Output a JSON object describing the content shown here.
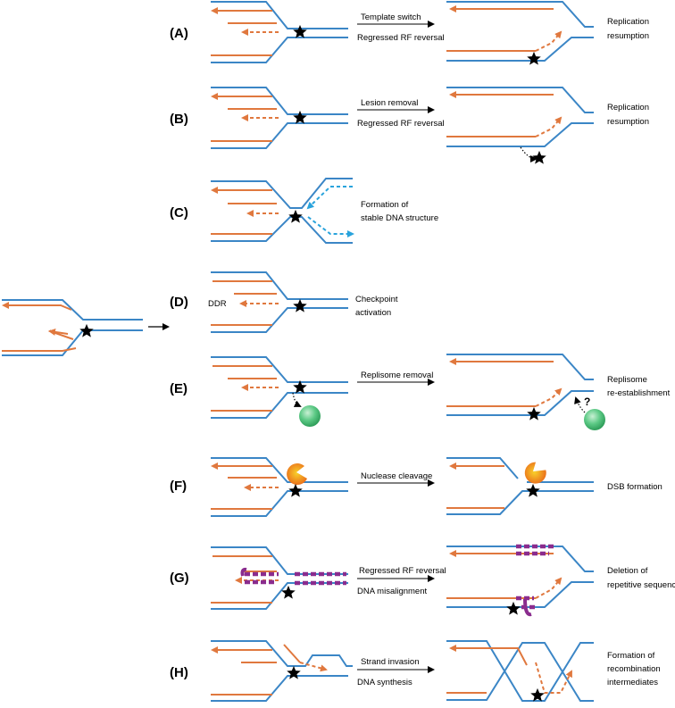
{
  "colors": {
    "parental_strand": "#3b86c6",
    "nascent_strand": "#e0783e",
    "lesion": "#000000",
    "protein": "#3cb96b",
    "nuclease": "#f39a1e",
    "repeat": "#8a2c8e",
    "stable_structure": "#29a3dc"
  },
  "icons": {
    "lesion": "black-star-icon",
    "replisome": "green-sphere-icon",
    "nuclease": "pacman-nuclease-icon"
  },
  "panels": {
    "A": {
      "label": "(A)",
      "arrow_top": "Template switch",
      "arrow_bottom": "Regressed RF reversal",
      "outcome": [
        "Replication",
        "resumption"
      ]
    },
    "B": {
      "label": "(B)",
      "arrow_top": "Lesion removal",
      "arrow_bottom": "Regressed RF reversal",
      "outcome": [
        "Replication",
        "resumption"
      ]
    },
    "C": {
      "label": "(C)",
      "outcome": [
        "Formation of",
        "stable DNA structure"
      ]
    },
    "D": {
      "label": "(D)",
      "side": "DDR",
      "outcome": [
        "Checkpoint",
        "activation"
      ]
    },
    "E": {
      "label": "(E)",
      "arrow_top": "Replisome removal",
      "outcome": [
        "Replisome",
        "re-establishment"
      ],
      "question": "?"
    },
    "F": {
      "label": "(F)",
      "arrow_top": "Nuclease cleavage",
      "outcome": [
        "DSB formation"
      ]
    },
    "G": {
      "label": "(G)",
      "arrow_top": "Regressed RF reversal",
      "arrow_bottom": "DNA misalignment",
      "outcome": [
        "Deletion of",
        "repetitive sequences"
      ]
    },
    "H": {
      "label": "(H)",
      "arrow_top": "Strand invasion",
      "arrow_bottom": "DNA synthesis",
      "outcome": [
        "Formation of",
        "recombination",
        "intermediates"
      ]
    }
  }
}
